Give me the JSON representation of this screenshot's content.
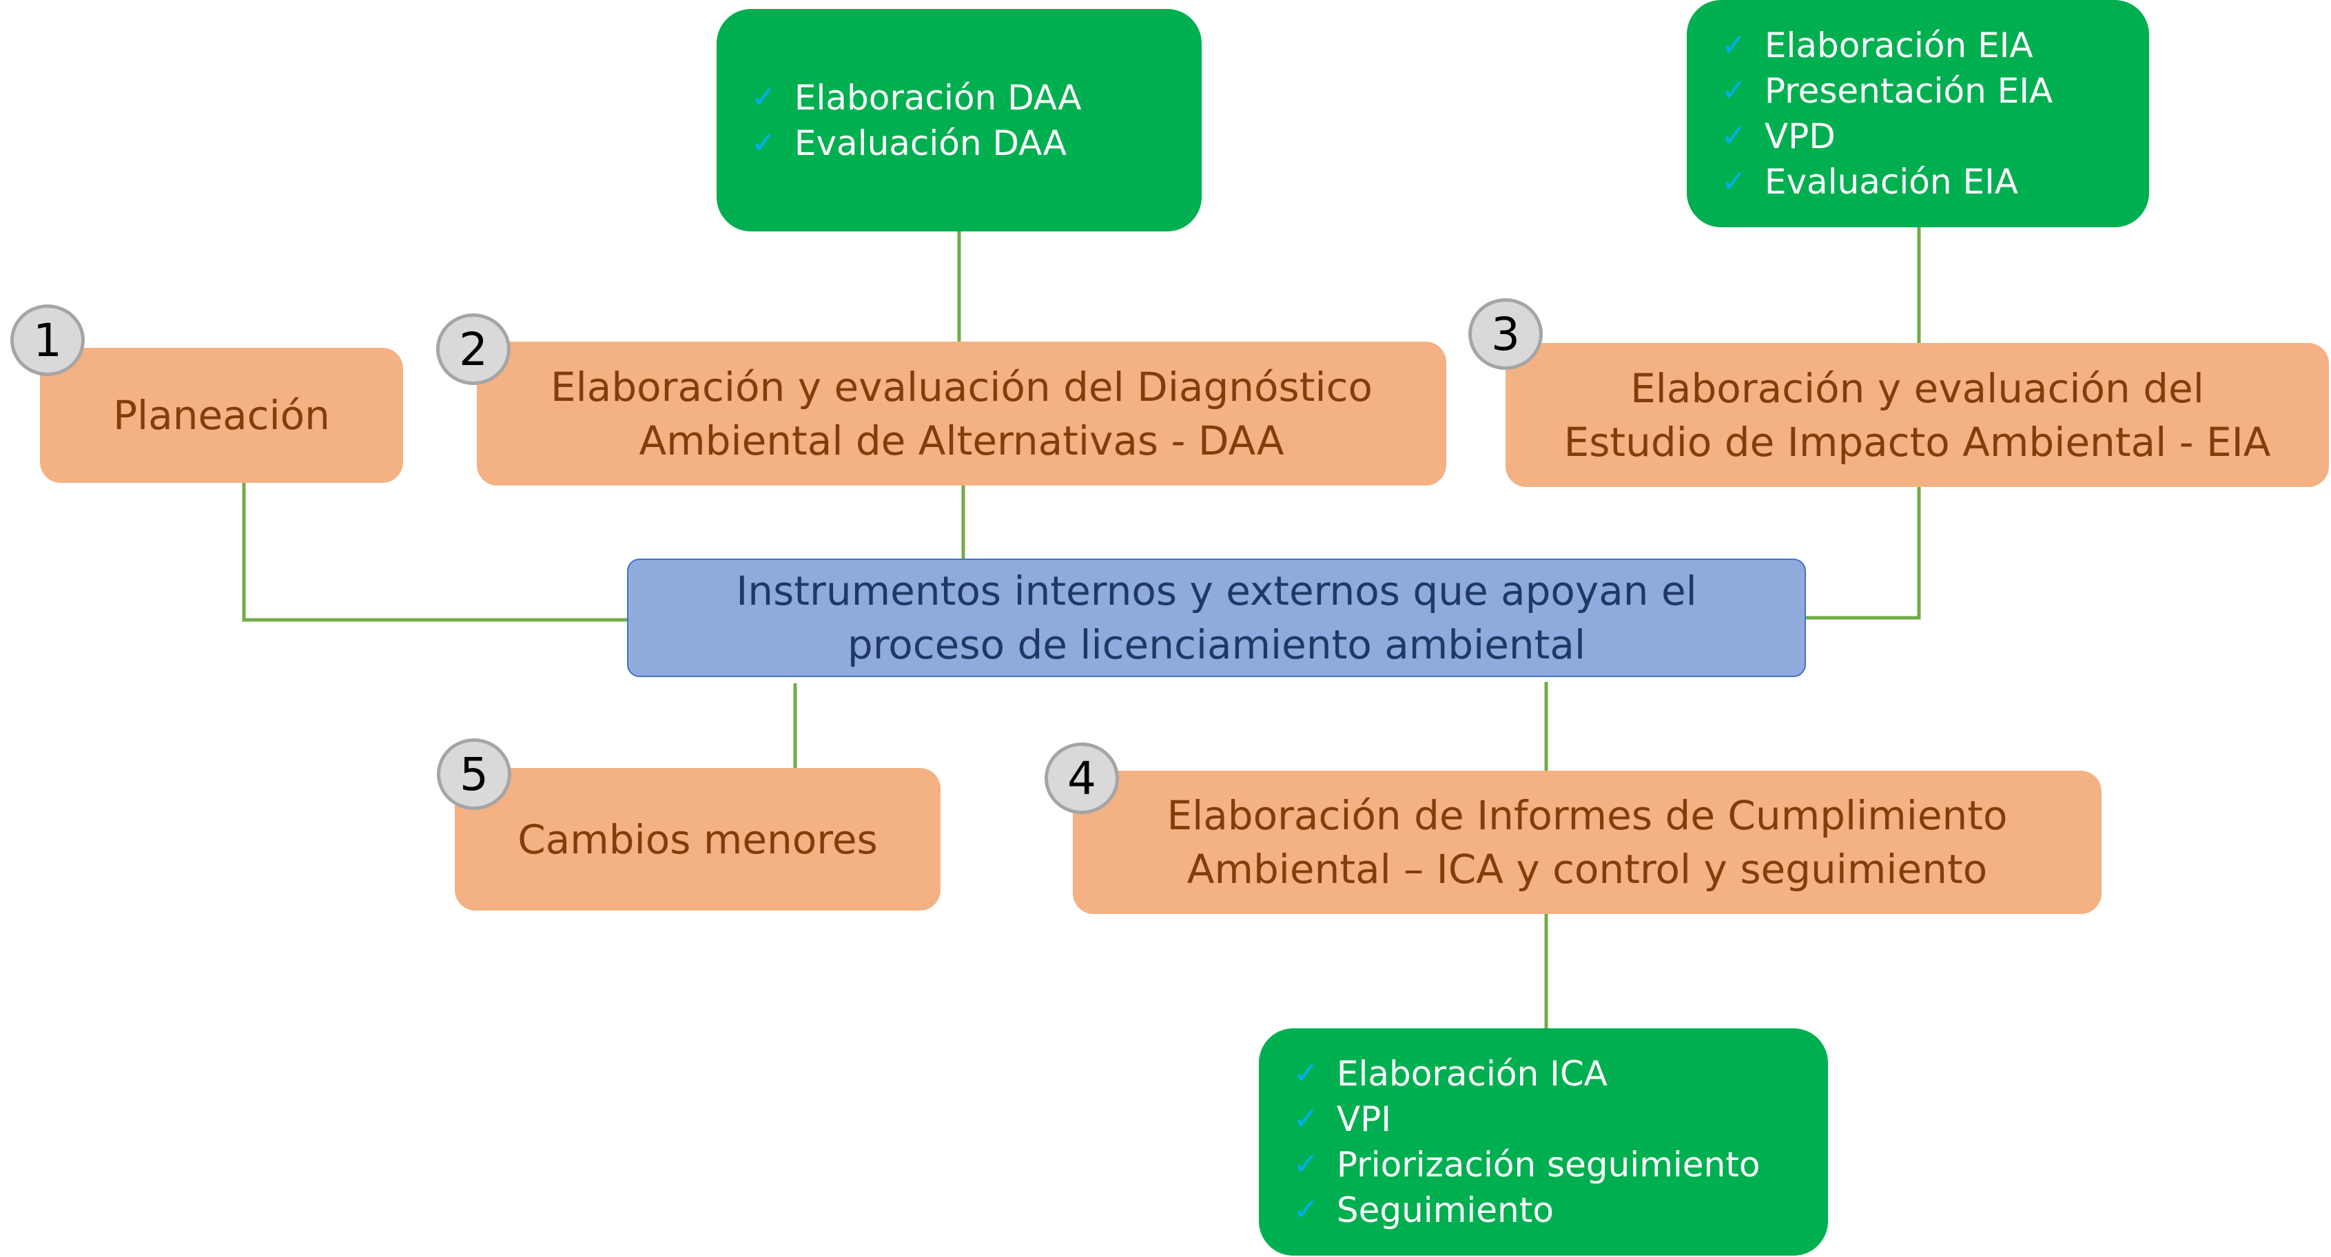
{
  "center": {
    "line1": "Instrumentos internos y externos que apoyan el",
    "line2": "proceso de licenciamiento ambiental"
  },
  "steps": [
    {
      "number": "1",
      "line1": "Planeación",
      "line2": ""
    },
    {
      "number": "2",
      "line1": "Elaboración y evaluación del Diagnóstico",
      "line2": "Ambiental de Alternativas - DAA"
    },
    {
      "number": "3",
      "line1": "Elaboración y evaluación del",
      "line2": "Estudio de Impacto Ambiental - EIA"
    },
    {
      "number": "4",
      "line1": "Elaboración de Informes de Cumplimiento",
      "line2": "Ambiental – ICA y control y seguimiento"
    },
    {
      "number": "5",
      "line1": "Cambios menores",
      "line2": ""
    }
  ],
  "checklists": {
    "daa": [
      "Elaboración DAA",
      "Evaluación DAA"
    ],
    "eia": [
      "Elaboración EIA",
      "Presentación EIA",
      "VPD",
      "Evaluación EIA"
    ],
    "ica": [
      "Elaboración ICA",
      "VPI",
      "Priorización seguimiento",
      "Seguimiento"
    ]
  },
  "check_icon": "✓",
  "colors": {
    "step": "#F4B183",
    "step_text": "#843C0C",
    "center": "#8FAADC",
    "checklist": "#00AF50",
    "connector": "#70AD47",
    "check": "#00B0F0"
  }
}
